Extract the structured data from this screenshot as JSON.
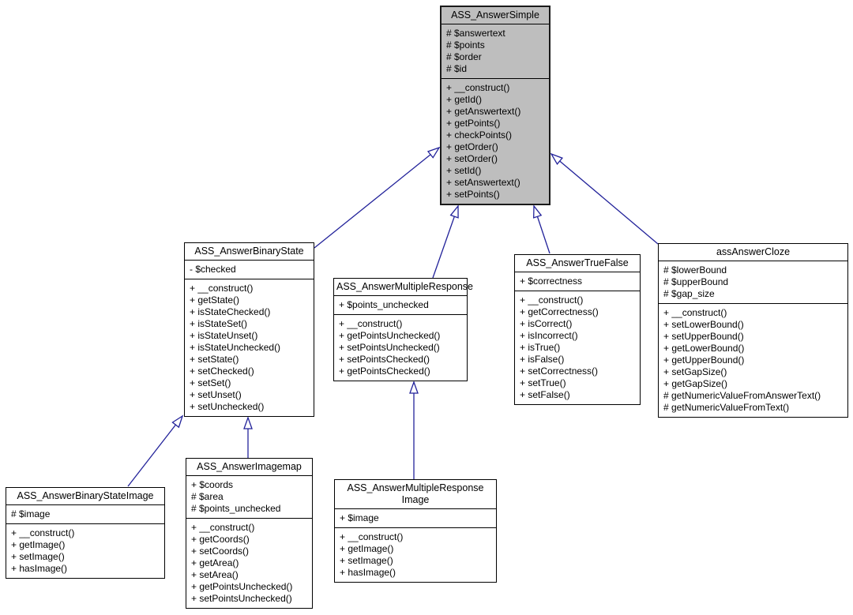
{
  "diagram": {
    "kind": "uml-class-inheritance-diagram",
    "colors": {
      "edge": "#22229a",
      "highlight_fill": "#bebebe",
      "node_fill": "#ffffff",
      "border": "#000000",
      "background": "#ffffff"
    },
    "classes": [
      {
        "name": "ASS_AnswerSimple",
        "highlighted": true,
        "title_lines": [
          "ASS_AnswerSimple"
        ],
        "attributes": [
          "# $answertext",
          "# $points",
          "# $order",
          "# $id"
        ],
        "operations": [
          "+ __construct()",
          "+ getId()",
          "+ getAnswertext()",
          "+ getPoints()",
          "+ checkPoints()",
          "+ getOrder()",
          "+ setOrder()",
          "+ setId()",
          "+ setAnswertext()",
          "+ setPoints()"
        ]
      },
      {
        "name": "ASS_AnswerBinaryState",
        "highlighted": false,
        "title_lines": [
          "ASS_AnswerBinaryState"
        ],
        "attributes": [
          "- $checked"
        ],
        "operations": [
          "+ __construct()",
          "+ getState()",
          "+ isStateChecked()",
          "+ isStateSet()",
          "+ isStateUnset()",
          "+ isStateUnchecked()",
          "+ setState()",
          "+ setChecked()",
          "+ setSet()",
          "+ setUnset()",
          "+ setUnchecked()"
        ]
      },
      {
        "name": "ASS_AnswerMultipleResponse",
        "highlighted": false,
        "title_lines": [
          "ASS_AnswerMultipleResponse"
        ],
        "attributes": [
          "+ $points_unchecked"
        ],
        "operations": [
          "+ __construct()",
          "+ getPointsUnchecked()",
          "+ setPointsUnchecked()",
          "+ setPointsChecked()",
          "+ getPointsChecked()"
        ]
      },
      {
        "name": "ASS_AnswerTrueFalse",
        "highlighted": false,
        "title_lines": [
          "ASS_AnswerTrueFalse"
        ],
        "attributes": [
          "+ $correctness"
        ],
        "operations": [
          "+ __construct()",
          "+ getCorrectness()",
          "+ isCorrect()",
          "+ isIncorrect()",
          "+ isTrue()",
          "+ isFalse()",
          "+ setCorrectness()",
          "+ setTrue()",
          "+ setFalse()"
        ]
      },
      {
        "name": "assAnswerCloze",
        "highlighted": false,
        "title_lines": [
          "assAnswerCloze"
        ],
        "attributes": [
          "# $lowerBound",
          "# $upperBound",
          "# $gap_size"
        ],
        "operations": [
          "+ __construct()",
          "+ setLowerBound()",
          "+ setUpperBound()",
          "+ getLowerBound()",
          "+ getUpperBound()",
          "+ setGapSize()",
          "+ getGapSize()",
          "# getNumericValueFromAnswerText()",
          "# getNumericValueFromText()"
        ]
      },
      {
        "name": "ASS_AnswerBinaryStateImage",
        "highlighted": false,
        "title_lines": [
          "ASS_AnswerBinaryStateImage"
        ],
        "attributes": [
          "# $image"
        ],
        "operations": [
          "+ __construct()",
          "+ getImage()",
          "+ setImage()",
          "+ hasImage()"
        ]
      },
      {
        "name": "ASS_AnswerImagemap",
        "highlighted": false,
        "title_lines": [
          "ASS_AnswerImagemap"
        ],
        "attributes": [
          "+ $coords",
          "# $area",
          "# $points_unchecked"
        ],
        "operations": [
          "+ __construct()",
          "+ getCoords()",
          "+ setCoords()",
          "+ getArea()",
          "+ setArea()",
          "+ getPointsUnchecked()",
          "+ setPointsUnchecked()"
        ]
      },
      {
        "name": "ASS_AnswerMultipleResponseImage",
        "highlighted": false,
        "title_lines": [
          "ASS_AnswerMultipleResponse",
          "Image"
        ],
        "attributes": [
          "+ $image"
        ],
        "operations": [
          "+ __construct()",
          "+ getImage()",
          "+ setImage()",
          "+ hasImage()"
        ]
      }
    ],
    "edges": [
      {
        "child": "ASS_AnswerBinaryState",
        "parent": "ASS_AnswerSimple",
        "type": "inheritance"
      },
      {
        "child": "ASS_AnswerMultipleResponse",
        "parent": "ASS_AnswerSimple",
        "type": "inheritance"
      },
      {
        "child": "ASS_AnswerTrueFalse",
        "parent": "ASS_AnswerSimple",
        "type": "inheritance"
      },
      {
        "child": "assAnswerCloze",
        "parent": "ASS_AnswerSimple",
        "type": "inheritance"
      },
      {
        "child": "ASS_AnswerBinaryStateImage",
        "parent": "ASS_AnswerBinaryState",
        "type": "inheritance"
      },
      {
        "child": "ASS_AnswerImagemap",
        "parent": "ASS_AnswerBinaryState",
        "type": "inheritance"
      },
      {
        "child": "ASS_AnswerMultipleResponseImage",
        "parent": "ASS_AnswerMultipleResponse",
        "type": "inheritance"
      }
    ]
  }
}
